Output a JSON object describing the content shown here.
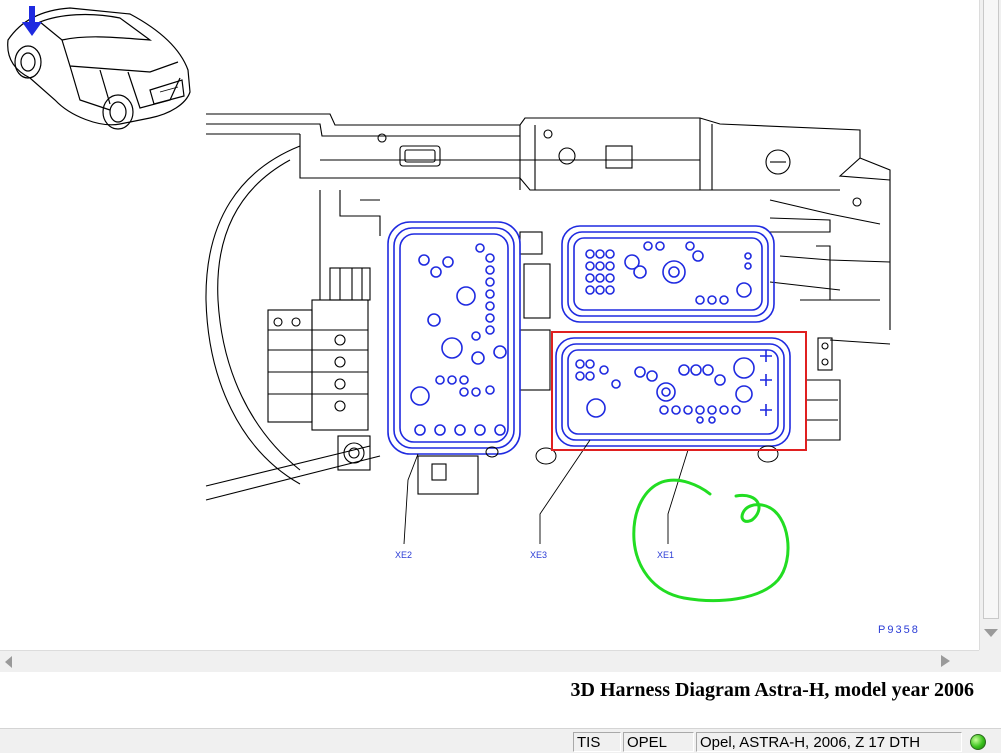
{
  "diagram": {
    "connector_labels": [
      "XE2",
      "XE3",
      "XE1"
    ],
    "figure_number": "P9358",
    "colors": {
      "line_art": "#000000",
      "connector_outline": "#1f2ae0",
      "highlight_box": "#e02020",
      "annotation_circle": "#22dd22",
      "pointer_arrow": "#1f2ae0"
    }
  },
  "caption": {
    "title": "3D Harness Diagram Astra-H, model year 2006"
  },
  "statusbar": {
    "app": "TIS",
    "brand": "OPEL",
    "vehicle": "Opel, ASTRA-H, 2006, Z 17 DTH",
    "connection_icon": "green-status-led"
  }
}
